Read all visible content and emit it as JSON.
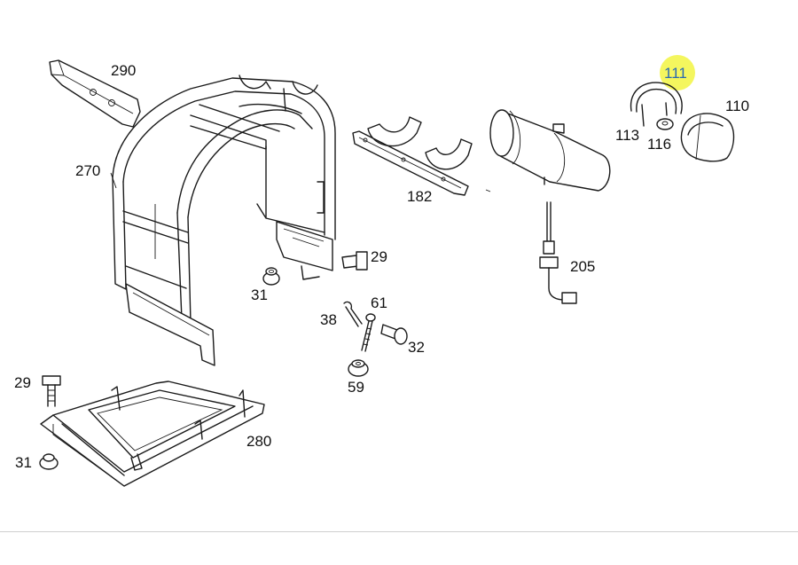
{
  "diagram": {
    "highlight_color": "#f2f542",
    "highlighted_part": "111",
    "labels": {
      "p290": "290",
      "p270": "270",
      "p182": "182",
      "p111": "111",
      "p110": "110",
      "p113": "113",
      "p116": "116",
      "p29a": "29",
      "p31a": "31",
      "p205": "205",
      "p38": "38",
      "p61": "61",
      "p32": "32",
      "p59": "59",
      "p29b": "29",
      "p31b": "31",
      "p280": "280"
    }
  }
}
